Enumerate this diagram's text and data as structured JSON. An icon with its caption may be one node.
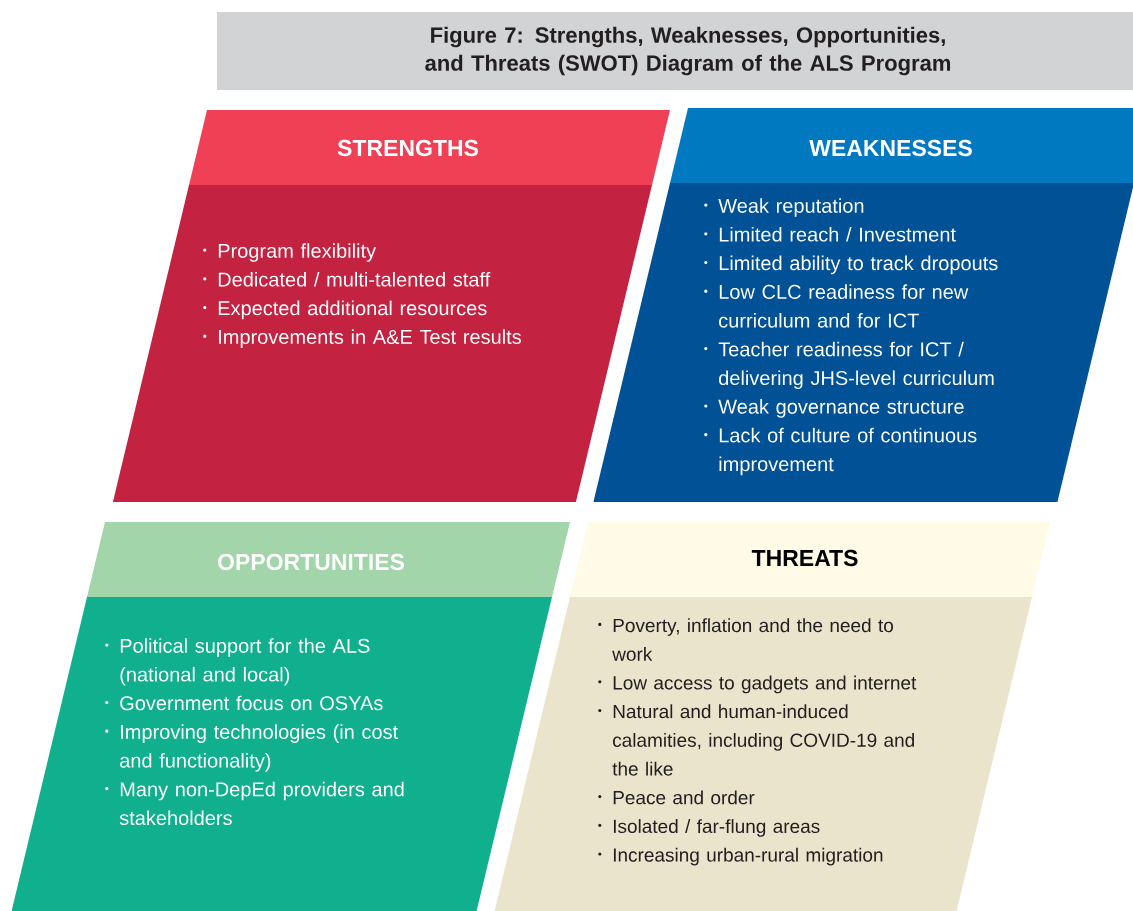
{
  "diagram": {
    "title": "Figure 7: Strengths, Weaknesses, Opportunities, and Threats (SWOT) Diagram of the ALS Program",
    "nodes": [
      {
        "text": [
          "STRENGTHS",
          "Program flexibility",
          "Dedicated / multi-talented staff",
          "Expected additional resources",
          "Improvements in A&E Test results"
        ]
      },
      {
        "text": [
          "WEAKNESSES",
          "Weak reputation",
          "Limited reach / Investment",
          "Limited ability to track dropouts",
          "Low CLC readiness for new curriculum and for ICT",
          "Teacher readiness for ICT / delivering JHS-level curriculum",
          "Weak governance structure",
          "Lack of culture of continuous improvement"
        ]
      },
      {
        "text": [
          "OPPORTUNITIES",
          "Political support for the ALS (national and local)",
          "Government focus on OSYAs",
          "Improving technologies (in cost and functionality)",
          "Many non-DepEd providers and stakeholders"
        ]
      },
      {
        "text": [
          "THREATS",
          "Poverty, inflation and the need to work",
          "Low access to gadgets and internet",
          "Natural and human-induced calamities, including COVID-19 and the like",
          "Peace and order",
          "Isolated / far-flung areas",
          "Increasing urban-rural migration"
        ]
      }
    ]
  }
}
